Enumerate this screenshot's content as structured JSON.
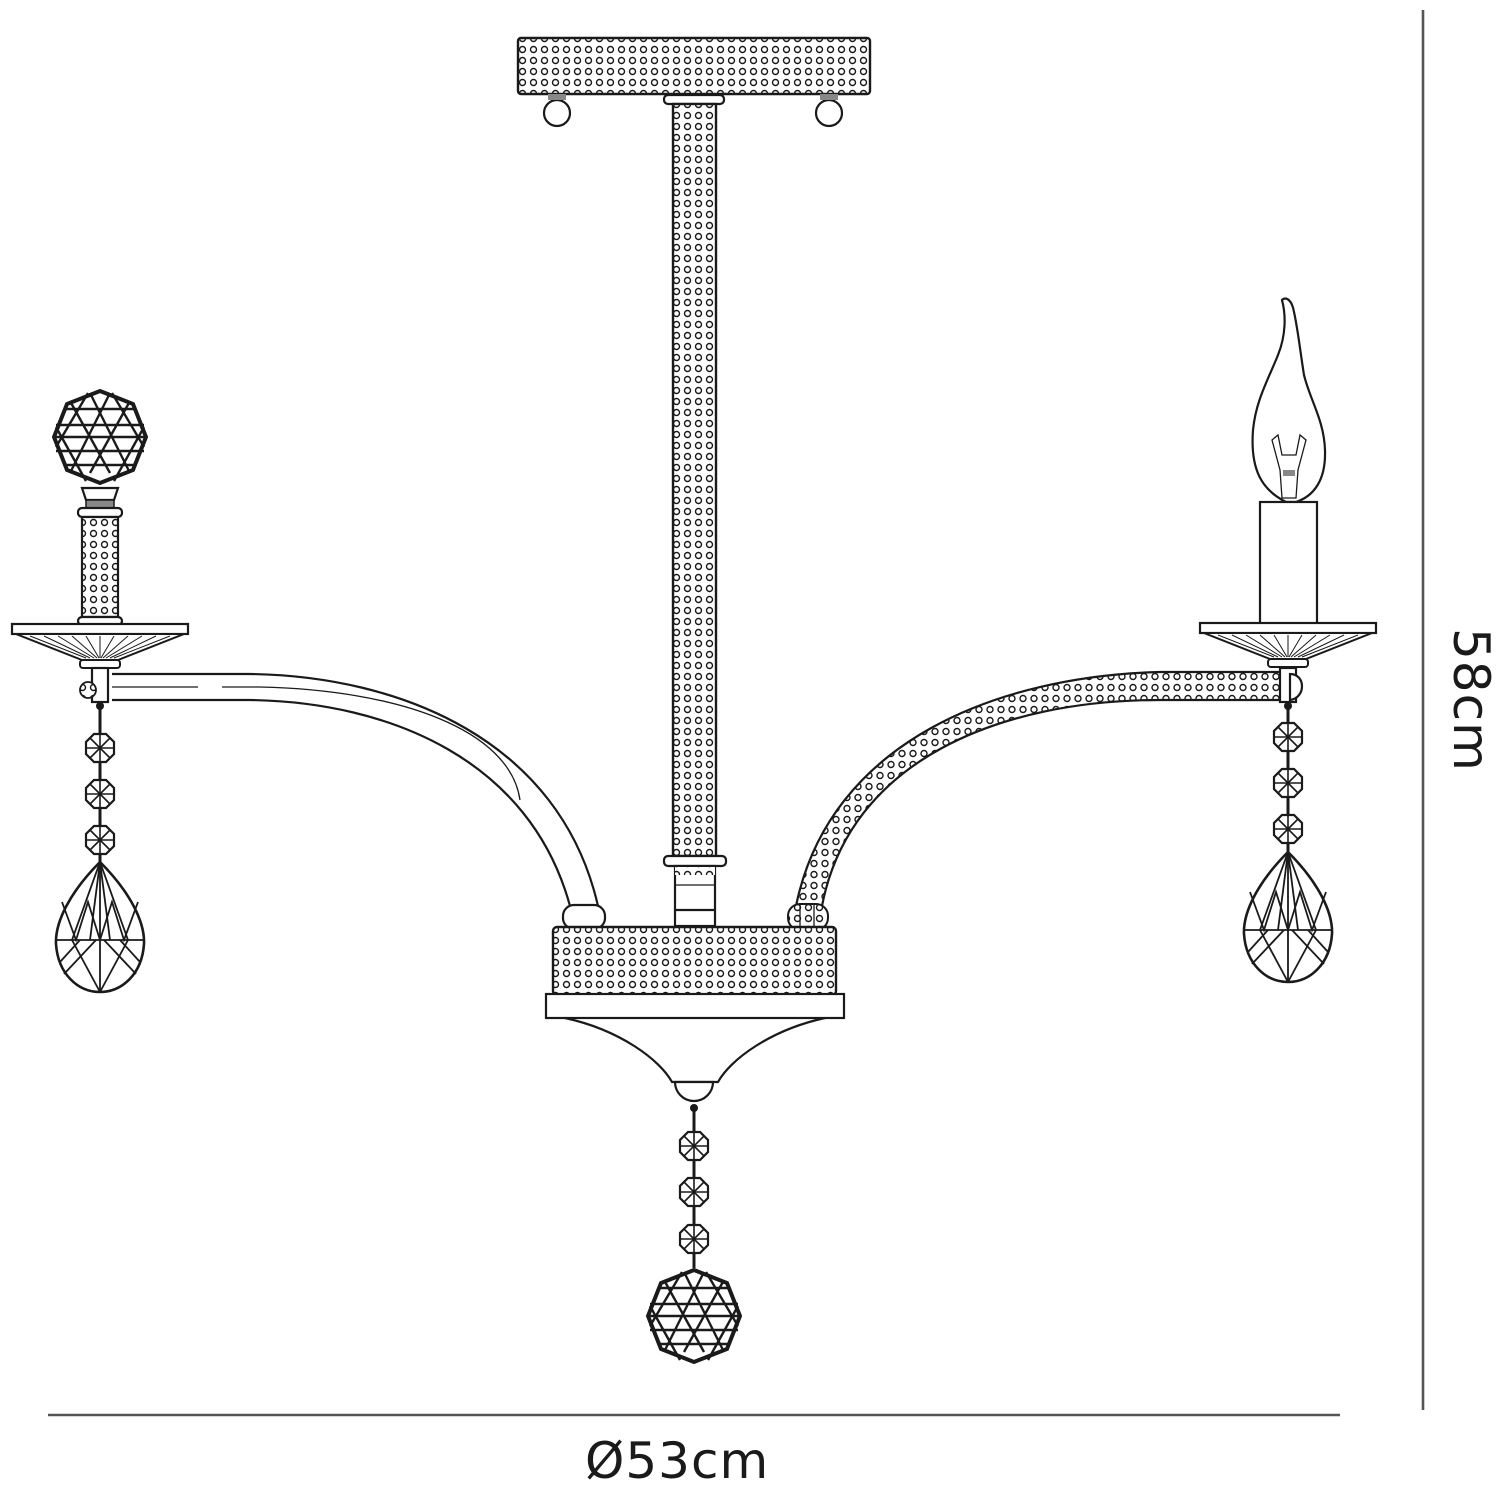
{
  "drawing": {
    "subject": "3-arm chandelier line drawing",
    "line_color": "#1a1a1a",
    "dimension_line_color": "#555555",
    "background": "#ffffff",
    "components": {
      "ceiling_plate": "perforated-rectangular-canopy",
      "stem": "perforated-vertical-rod",
      "body": "perforated-drum-with-tapered-bottom",
      "left_arm": "smooth-curved-arm",
      "right_arm": "perforated-curved-arm",
      "left_top": "faceted-crystal-ball-finial",
      "right_top": "candle-sleeve-with-flame-tip-bulb",
      "drops": [
        "pear-crystal-drop",
        "pear-crystal-drop",
        "faceted-ball-crystal-drop"
      ],
      "beads_per_chain": 3
    }
  },
  "dimensions": {
    "width_label": "Ø53cm",
    "height_label": "58cm"
  }
}
